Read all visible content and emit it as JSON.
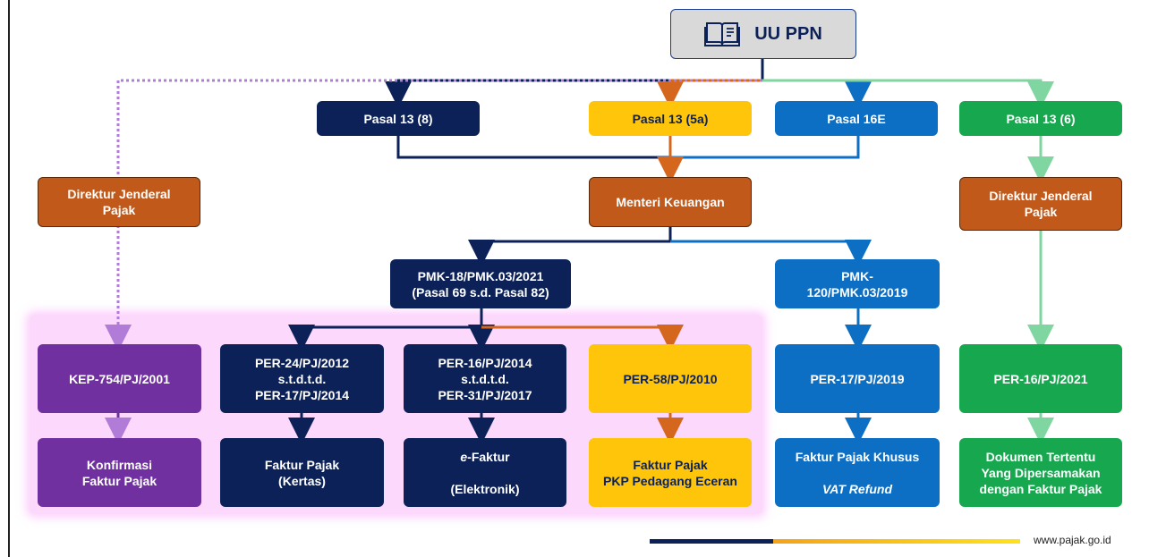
{
  "root": {
    "label": "UU PPN",
    "icon": "book-icon"
  },
  "level1": [
    {
      "id": "pasal-13-8",
      "label": "Pasal 13 (8)"
    },
    {
      "id": "pasal-13-5a",
      "label": "Pasal 13 (5a)"
    },
    {
      "id": "pasal-16e",
      "label": "Pasal 16E"
    },
    {
      "id": "pasal-13-6",
      "label": "Pasal 13 (6)"
    }
  ],
  "authorities": {
    "dirjen_left": "Direktur Jenderal\nPajak",
    "menteri": "Menteri Keuangan",
    "dirjen_right": "Direktur Jenderal\nPajak"
  },
  "pmk": {
    "pmk18": "PMK-18/PMK.03/2021\n(Pasal 69 s.d. Pasal 82)",
    "pmk120": "PMK-\n120/PMK.03/2019"
  },
  "regulations": {
    "kep754": "KEP-754/PJ/2001",
    "per24": "PER-24/PJ/2012\ns.t.d.t.d.\nPER-17/PJ/2014",
    "per16_2014": "PER-16/PJ/2014\ns.t.d.t.d.\nPER-31/PJ/2017",
    "per58": "PER-58/PJ/2010",
    "per17_2019": "PER-17/PJ/2019",
    "per16_2021": "PER-16/PJ/2021"
  },
  "documents": {
    "konfirmasi": "Konfirmasi\nFaktur Pajak",
    "kertas": "Faktur Pajak\n(Kertas)",
    "efaktur_e": "e",
    "efaktur_rest": "-Faktur",
    "efaktur_sub": "(Elektronik)",
    "eceran": "Faktur Pajak\nPKP Pedagang Eceran",
    "khusus": "Faktur Pajak Khusus",
    "khusus_sub": "VAT Refund",
    "tertentu": "Dokumen Tertentu\nYang Dipersamakan\ndengan Faktur Pajak"
  },
  "footer": {
    "url": "www.pajak.go.id"
  },
  "colors": {
    "navy": "#0b2158",
    "gold": "#fec50b",
    "blue": "#0c6fc4",
    "green": "#17a84f",
    "brown": "#c0591a",
    "purple": "#7030a0",
    "lilac_dotted": "#b07cd8",
    "orange_line": "#d5661e",
    "green_line": "#7fd6a0"
  }
}
